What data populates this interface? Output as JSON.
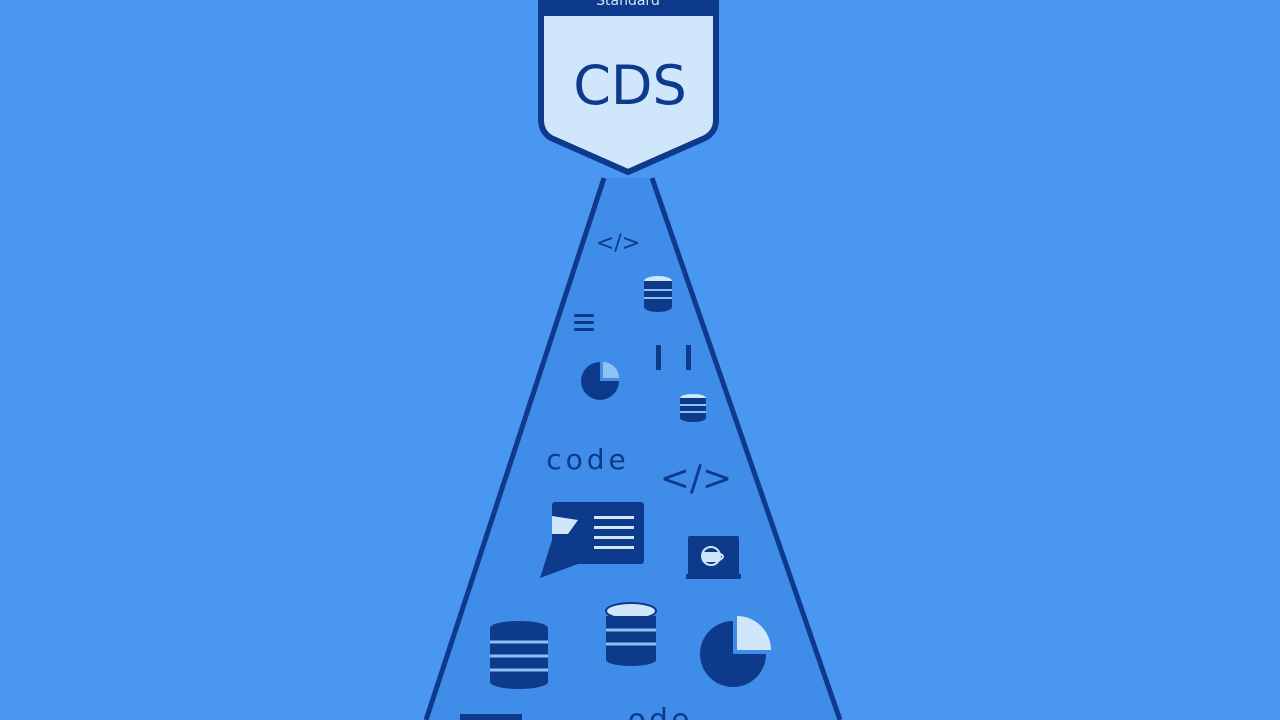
{
  "colors": {
    "background": "#4a97f2",
    "navy": "#0e3a8c",
    "badge_fill": "#cfe6fb",
    "path_fill": "#3f8de8",
    "accent_light": "#8ec2f7"
  },
  "badge": {
    "top_text": "Standard",
    "label": "CDS"
  },
  "path_items": {
    "code_symbol": "</>",
    "code_word": "code",
    "code_word_bottom": "ode"
  },
  "icons": [
    "code-tag-icon",
    "database-icon",
    "list-lines-icon",
    "pause-bars-icon",
    "pie-chart-icon",
    "document-screen-icon",
    "laptop-cup-icon"
  ]
}
